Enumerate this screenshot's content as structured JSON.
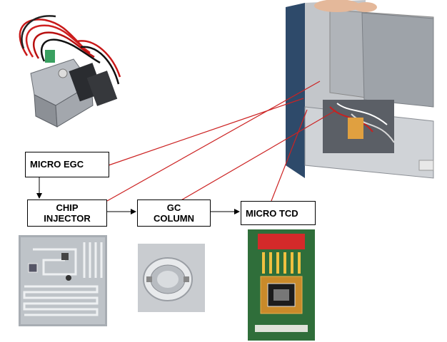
{
  "diagram": {
    "boxes": [
      {
        "id": "micro-egc",
        "label": "MICRO EGC"
      },
      {
        "id": "chip-injector",
        "label": "CHIP\nINJECTOR"
      },
      {
        "id": "gc-column",
        "label": "GC\nCOLUMN"
      },
      {
        "id": "micro-tcd",
        "label": "MICRO TCD"
      }
    ],
    "flow": [
      [
        "micro-egc",
        "chip-injector"
      ],
      [
        "chip-injector",
        "gc-column"
      ],
      [
        "gc-column",
        "micro-tcd"
      ]
    ],
    "pointer_lines_to": "analyzer-unit-photo",
    "colors": {
      "pointer_line": "#cc2222",
      "box_border": "#000000",
      "arrow": "#000000"
    }
  }
}
